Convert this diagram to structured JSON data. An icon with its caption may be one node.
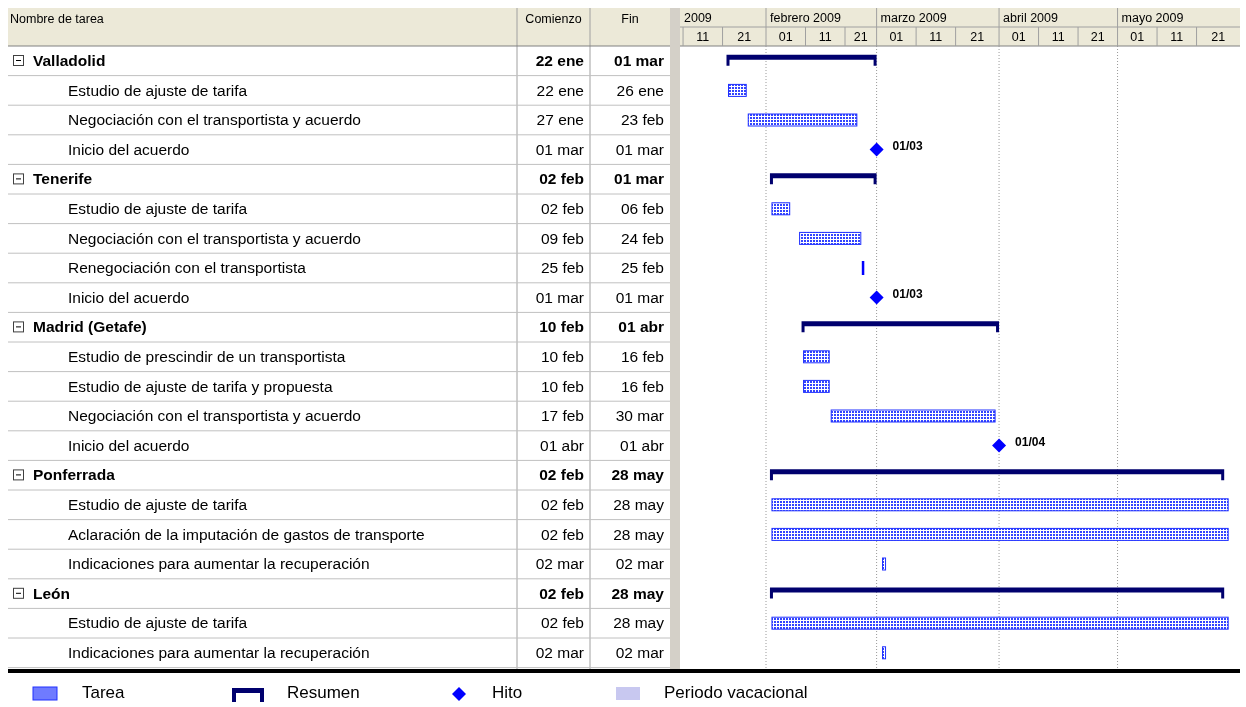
{
  "diagram": {
    "labels": [
      "Nombre de tarea",
      "Comienzo",
      "Fin",
      "2009",
      "febrero 2009",
      "marzo 2009",
      "abril 2009",
      "mayo 2009",
      "11",
      "21",
      "01",
      "11",
      "21",
      "01",
      "11",
      "21",
      "01",
      "11",
      "21",
      "01",
      "11",
      "21",
      "Valladolid",
      "22 ene",
      "01 mar",
      "Estudio de ajuste de tarifa",
      "22 ene",
      "26 ene",
      "Negociación con el transportista y acuerdo",
      "27 ene",
      "23 feb",
      "Inicio del acuerdo",
      "01 mar",
      "01 mar",
      "01/03",
      "Tenerife",
      "02 feb",
      "01 mar",
      "Estudio de ajuste de tarifa",
      "02 feb",
      "06 feb",
      "Negociación con el transportista y acuerdo",
      "09 feb",
      "24 feb",
      "Renegociación con el transportista",
      "25 feb",
      "25 feb",
      "Inicio del acuerdo",
      "01 mar",
      "01 mar",
      "01/03",
      "Madrid (Getafe)",
      "10 feb",
      "01 abr",
      "Estudio de prescindir de un transportista",
      "10 feb",
      "16 feb",
      "Estudio de ajuste de tarifa y propuesta",
      "10 feb",
      "16 feb",
      "Negociación con el transportista y acuerdo",
      "17 feb",
      "30 mar",
      "Inicio del acuerdo",
      "01 abr",
      "01 abr",
      "01/04",
      "Ponferrada",
      "02 feb",
      "28 may",
      "Estudio de ajuste de tarifa",
      "02 feb",
      "28 may",
      "Aclaración de la imputación de gastos de transporte",
      "02 feb",
      "28 may",
      "Indicaciones para aumentar la recuperación",
      "02 mar",
      "02 mar",
      "León",
      "02 feb",
      "28 may",
      "Estudio de ajuste de tarifa",
      "02 feb",
      "28 may",
      "Indicaciones para aumentar la recuperación",
      "02 mar",
      "02 mar"
    ],
    "legend": [
      {
        "text": "Tarea",
        "color": "#6f7bff"
      },
      {
        "text": "Resumen"
      },
      {
        "text": "Hito"
      },
      {
        "text": "Periodo vacacional",
        "color": "#c8c8f0"
      }
    ]
  }
}
